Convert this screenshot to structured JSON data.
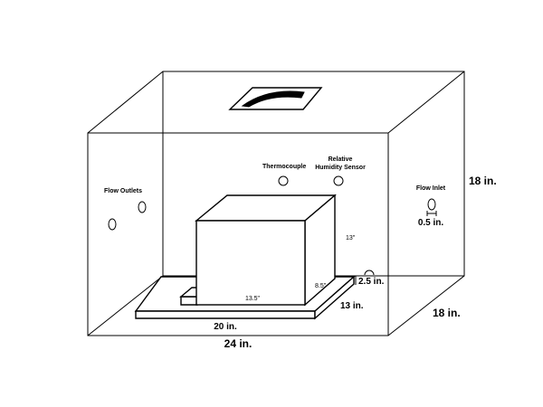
{
  "labels": {
    "flow_outlets": "Flow Outlets",
    "thermocouple": "Thermocouple",
    "rh_line1": "Relative",
    "rh_line2": "Humidity Sensor",
    "flow_inlet": "Flow Inlet",
    "inlet_diameter": "0.5 in.",
    "box_height": "13\"",
    "box_depth": "8.5\"",
    "box_width": "13.5\"",
    "tray_width": "20 in.",
    "tray_depth": "13 in.",
    "tray_gap": "2.5 in.",
    "chamber_width": "24 in.",
    "chamber_height": "18 in.",
    "chamber_depth": "18 in."
  }
}
